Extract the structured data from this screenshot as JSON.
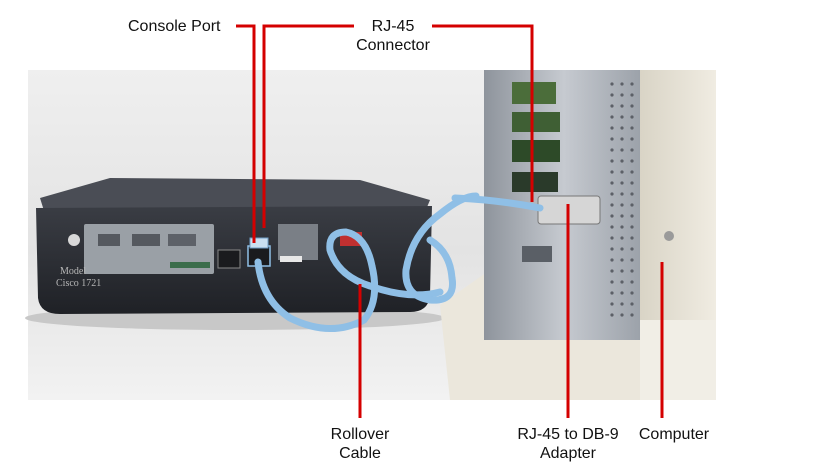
{
  "labels": {
    "console_port": "Console Port",
    "rj45_connector": [
      "RJ-45",
      "Connector"
    ],
    "rollover_cable": [
      "Rollover",
      "Cable"
    ],
    "adapter": [
      "RJ-45 to DB-9",
      "Adapter"
    ],
    "computer": "Computer"
  },
  "device": {
    "model_line1": "Model",
    "model_line2": "Cisco 1721"
  },
  "colors": {
    "callout_line": "#d40000",
    "cable": "#8fbfe6",
    "router_body": "#2b2d33",
    "computer_case": "#e9e4d6",
    "photo_background": "#e6e6e6"
  }
}
